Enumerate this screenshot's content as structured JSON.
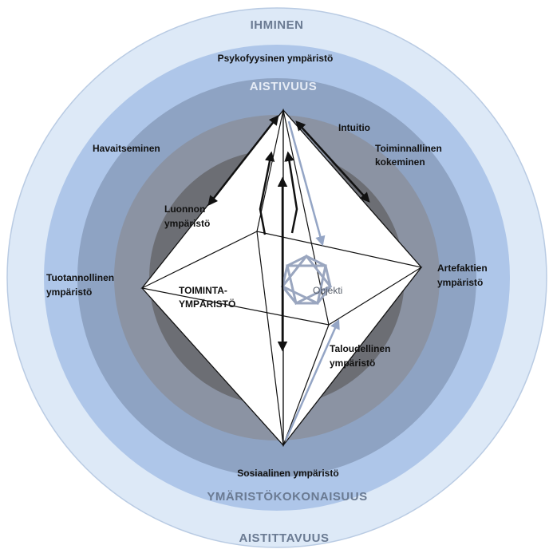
{
  "colors": {
    "ring1": "#dde9f7",
    "ring2": "#aec6e9",
    "ring3": "#8ea3c3",
    "ring4": "#8b93a3",
    "ring5": "#6c6e74",
    "heading": "#6a7a92",
    "text": "#111111",
    "arrow_dark": "#111111",
    "arrow_light": "#94a5c5",
    "objekti": "#9aa6bf"
  },
  "rings": {
    "outer_top": "IHMINEN",
    "outer_bottom": "AISTITTAVUUS",
    "sense": "AISTIVUUS",
    "whole": "YMÄRISTÖKOKONAISUUS"
  },
  "labels": {
    "psykofyysinen": "Psykofyysinen ympäristö",
    "havaitseminen": "Havaitseminen",
    "intuitio": "Intuitio",
    "toiminnallinen_1": "Toiminnallinen",
    "toiminnallinen_2": "kokeminen",
    "luonnon_1": "Luonnon",
    "luonnon_2": "ympäristö",
    "tuotannollinen_1": "Tuotannollinen",
    "tuotannollinen_2": "ympäristö",
    "toiminta_1": "TOIMINTA-",
    "toiminta_2": "YMPÄRISTÖ",
    "objekti": "Objekti",
    "artefaktien_1": "Artefaktien",
    "artefaktien_2": "ympäristö",
    "taloudellinen_1": "Taloudellinen",
    "taloudellinen_2": "ympäristö",
    "sosiaalinen": "Sosiaalinen ympäristö"
  }
}
